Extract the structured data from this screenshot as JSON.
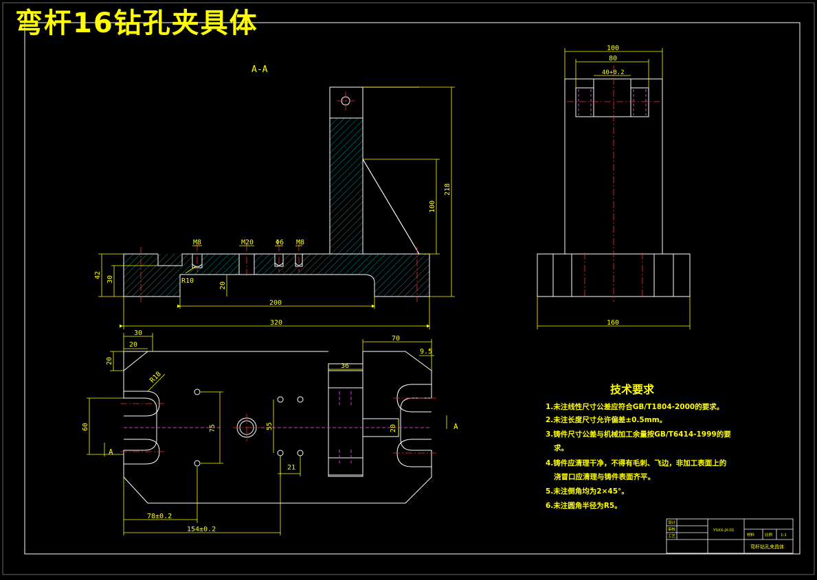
{
  "title": "弯杆16钻孔夹具体",
  "section_label": "A-A",
  "section_marker": "A",
  "dimensions": {
    "d_m8_a": "M8",
    "d_m20": "M20",
    "d_phi6": "Φ6",
    "d_m8_b": "M8",
    "d_42": "42",
    "d_30_left": "30",
    "d_20_slot": "20",
    "d_200": "200",
    "d_320": "320",
    "d_218": "218",
    "d_100_vert": "100",
    "d_r10": "R10",
    "d_100_side": "100",
    "d_80_side": "80",
    "d_40tol": "40+0.2",
    "d_160": "160",
    "d_30_top": "30",
    "d_20_top": "20",
    "d_20_side": "20",
    "d_r18": "R18",
    "d_60": "60",
    "d_75": "75",
    "d_55": "55",
    "d_21": "21",
    "d_36": "36",
    "d_70": "70",
    "d_9_5": "9.5",
    "d_20_lug": "20",
    "d_78": "78±0.2",
    "d_154": "154±0.2"
  },
  "tech_requirements": {
    "heading": "技术要求",
    "lines": [
      "1.未注线性尺寸公差应符合GB/T1804-2000的要求。",
      "2.未注长度尺寸允许偏差±0.5mm。",
      "3.铸件尺寸公差与机械加工余量按GB/T6414-1999的要",
      "求。",
      "4.铸件应清理干净，不得有毛刺、飞边，非加工表面上的",
      "浇冒口应清理与铸件表面齐平。",
      "5.未注倒角均为2×45°。",
      "6.未注圆角半径为R5。"
    ]
  },
  "title_block": {
    "drawing_no": "YSXX-JX-01",
    "part_name": "弯杆钻孔夹具体",
    "scale": "1:1",
    "row_labels": [
      "设计",
      "审核",
      "工艺"
    ],
    "material_label": "材料",
    "scale_label": "比例"
  },
  "colors": {
    "background": "#000000",
    "outline": "#ffffff",
    "dimension": "#ffff00",
    "centerline": "#ff0000",
    "hidden": "#cc44cc",
    "hatch": "#00cccc"
  }
}
